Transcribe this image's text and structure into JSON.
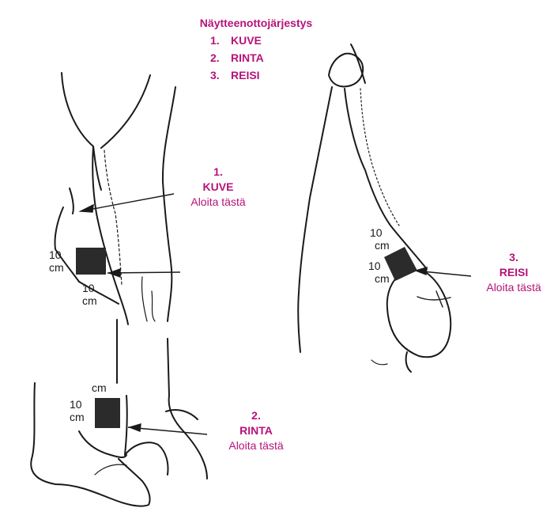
{
  "order": {
    "title": "Näytteenottojärjestys",
    "items": [
      {
        "num": "1.",
        "label": "KUVE"
      },
      {
        "num": "2.",
        "label": "RINTA"
      },
      {
        "num": "3.",
        "label": "REISI"
      }
    ]
  },
  "kuve": {
    "num": "1.",
    "name": "KUVE",
    "note": "Aloita tästä"
  },
  "rinta": {
    "num": "2.",
    "name": "RINTA",
    "note": "Aloita tästä"
  },
  "reisi": {
    "num": "3.",
    "name": "REISI",
    "note": "Aloita tästä"
  },
  "measurements": {
    "kuve_side_num": "10",
    "kuve_side_unit": "cm",
    "kuve_below_num": "10",
    "kuve_below_unit": "cm",
    "rinta_top_unit": "cm",
    "rinta_side_num": "10",
    "rinta_side_unit": "cm",
    "reisi_top_num": "10",
    "reisi_top_unit": "cm",
    "reisi_side_num": "10",
    "reisi_side_unit": "cm"
  },
  "colors": {
    "accent": "#b5137a",
    "ink": "#1a1a1a",
    "sample": "#2b2b2b"
  }
}
